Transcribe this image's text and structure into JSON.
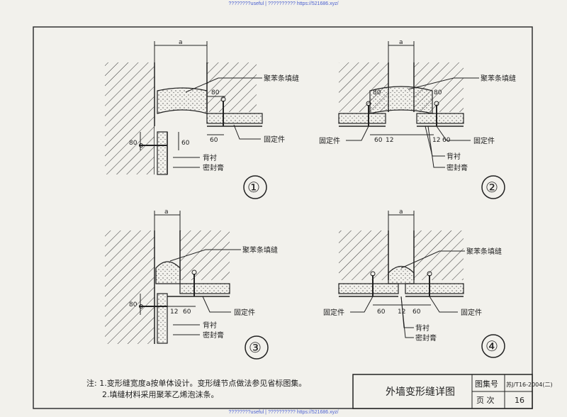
{
  "watermark": "????????useful | ?????????? https://521686.xyz/",
  "labels": {
    "polystyrene": "聚苯条填缝",
    "fixing": "固定件",
    "backing": "背衬",
    "sealant": "密封膏",
    "a": "a",
    "d80": "80",
    "d60": "60",
    "d12": "12"
  },
  "details": [
    "①",
    "②",
    "③",
    "④"
  ],
  "notes": {
    "line1": "注: 1.变形缝宽度a按单体设计。变形缝节点做法参见省标图集。",
    "line2": "2.填缝材料采用聚苯乙烯泡沫条。"
  },
  "title_block": {
    "drawing_title": "外墙变形缝详图",
    "atlas_label": "图集号",
    "atlas_no": "苏J/T16-2004(二)",
    "page_label": "页 次",
    "page_no": "16"
  }
}
